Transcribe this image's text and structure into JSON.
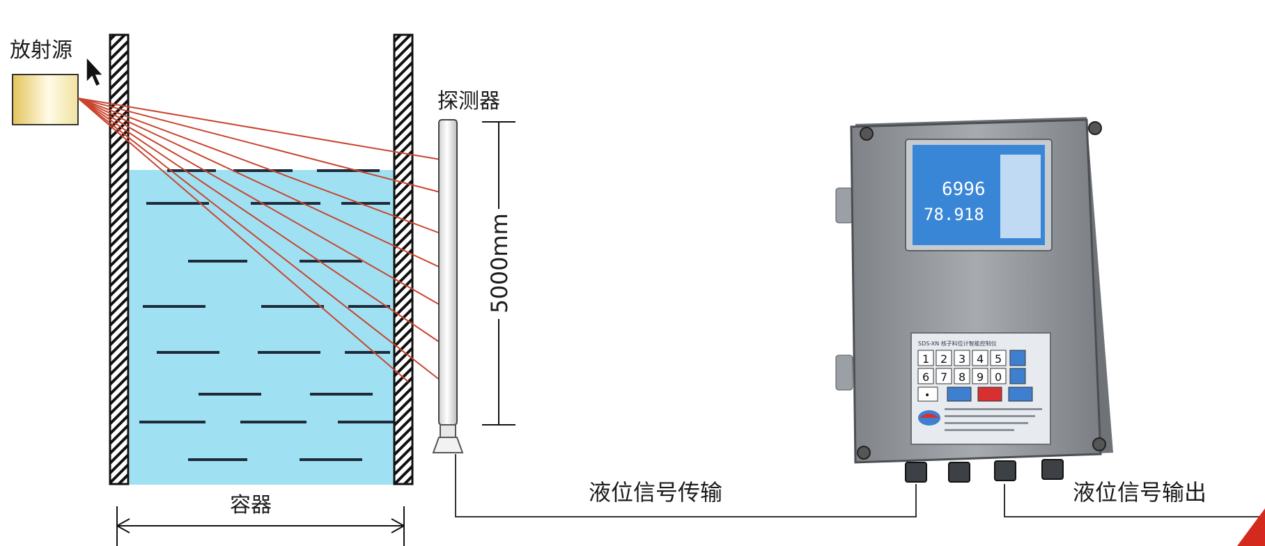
{
  "labels": {
    "source": "放射源",
    "detector": "探测器",
    "container": "容器",
    "range": "5000mm",
    "transmission": "液位信号传输",
    "output": "液位信号输出"
  },
  "display": {
    "value1": "6996",
    "value2": "78.918"
  },
  "panel": {
    "title": "SDS-XN 核子料位计智能控制仪",
    "keys_row1": [
      "1",
      "2",
      "3",
      "4",
      "5"
    ],
    "keys_row2": [
      "6",
      "7",
      "8",
      "9",
      "0"
    ],
    "key_dot": "•"
  },
  "colors": {
    "liquid": "#9fe1f2",
    "ray": "#c9442e",
    "housing": "#9a9ea3",
    "screen": "#3a86d6",
    "wall_hatch": "#111111"
  }
}
